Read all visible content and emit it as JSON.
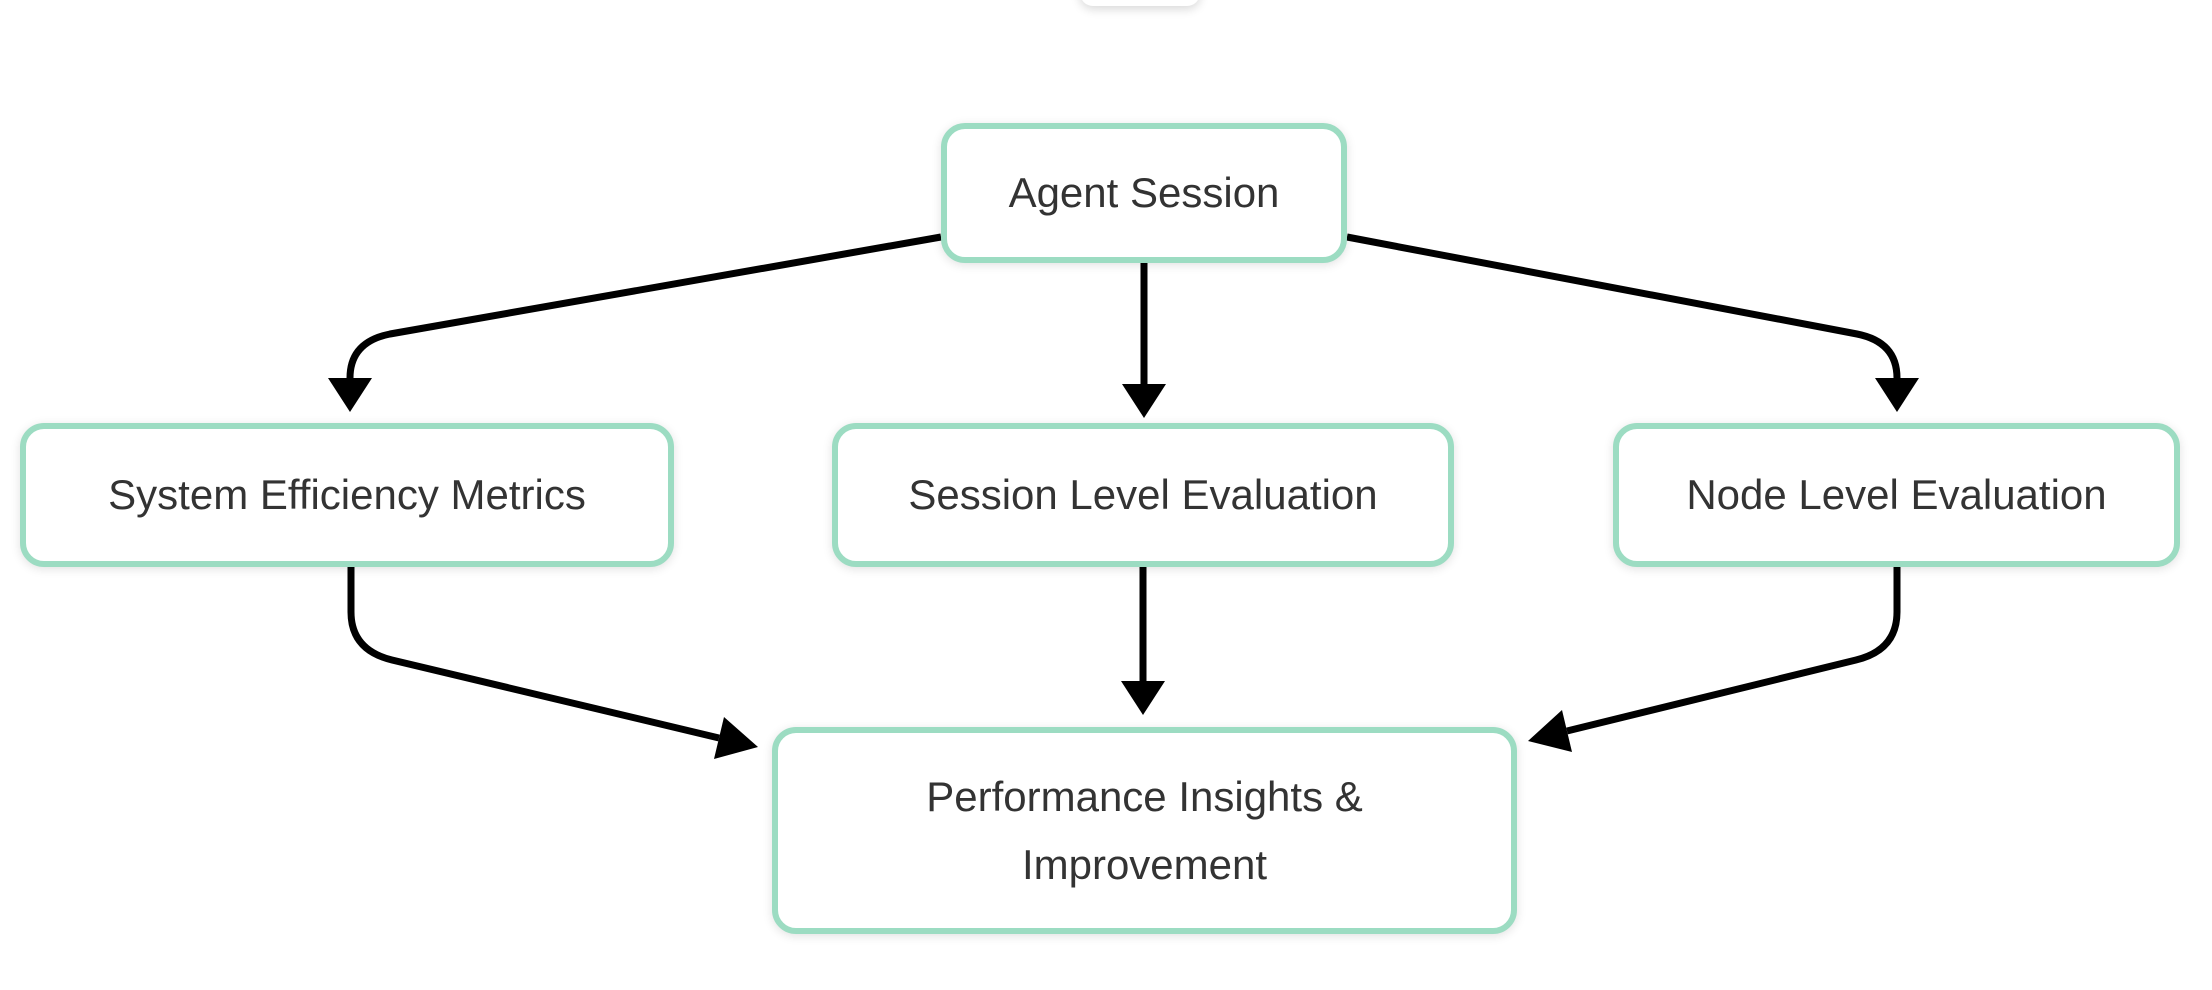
{
  "diagram": {
    "type": "flowchart",
    "colors": {
      "node_border": "#9CDCC2",
      "node_fill": "#FFFFFF",
      "edge": "#000000",
      "text": "#333333",
      "background": "#FFFFFF"
    },
    "nodes": [
      {
        "id": "agent-session",
        "label": "Agent Session"
      },
      {
        "id": "system-efficiency-metrics",
        "label": "System Efficiency Metrics"
      },
      {
        "id": "session-level-evaluation",
        "label": "Session Level Evaluation"
      },
      {
        "id": "node-level-evaluation",
        "label": "Node Level Evaluation"
      },
      {
        "id": "performance-insights",
        "label": "Performance Insights & Improvement"
      }
    ],
    "edges": [
      {
        "from": "agent-session",
        "to": "system-efficiency-metrics"
      },
      {
        "from": "agent-session",
        "to": "session-level-evaluation"
      },
      {
        "from": "agent-session",
        "to": "node-level-evaluation"
      },
      {
        "from": "system-efficiency-metrics",
        "to": "performance-insights"
      },
      {
        "from": "session-level-evaluation",
        "to": "performance-insights"
      },
      {
        "from": "node-level-evaluation",
        "to": "performance-insights"
      }
    ]
  }
}
